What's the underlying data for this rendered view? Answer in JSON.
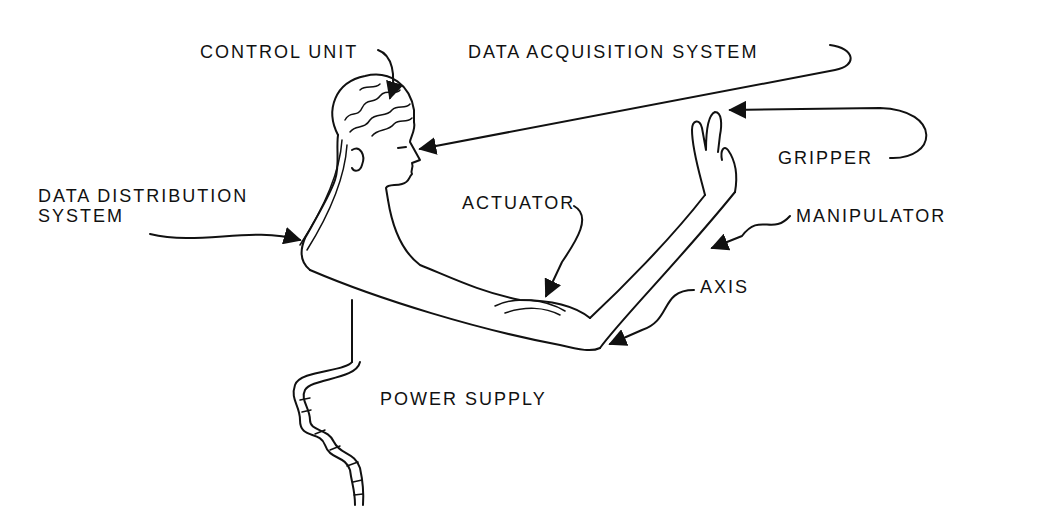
{
  "diagram": {
    "labels": [
      "CONTROL UNIT",
      "DATA ACQUISITION SYSTEM",
      "GRIPPER",
      "DATA DISTRIBUTION SYSTEM",
      "ACTUATOR",
      "MANIPULATOR",
      "AXIS",
      "POWER SUPPLY"
    ]
  }
}
